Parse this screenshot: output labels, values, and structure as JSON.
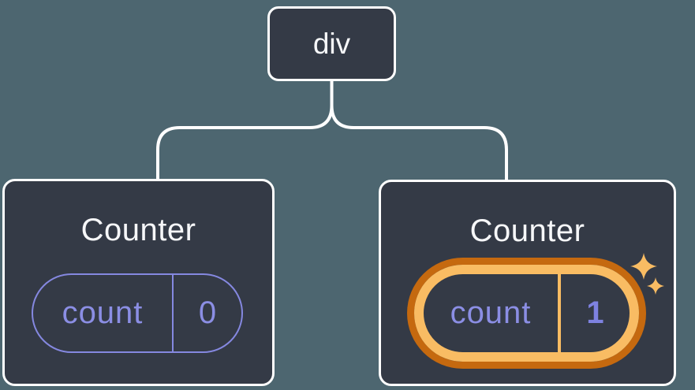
{
  "diagram": {
    "description": "Component tree with root div and two Counter children; second Counter has updated state and is highlighted",
    "root": {
      "label": "div"
    },
    "children": [
      {
        "title": "Counter",
        "state_key": "count",
        "state_value": "0",
        "highlighted": false
      },
      {
        "title": "Counter",
        "state_key": "count",
        "state_value": "1",
        "highlighted": true
      }
    ],
    "colors": {
      "page_background": "#4d6670",
      "card_background": "#343a46",
      "card_border": "#ffffff",
      "text_primary": "#f6f7f9",
      "state_accent_purple": "#8b8ee4",
      "state_border_purple": "#8588e0",
      "highlight_orange_light": "#f9bc63",
      "highlight_orange_dark": "#c5690f",
      "connector": "#ffffff"
    }
  }
}
